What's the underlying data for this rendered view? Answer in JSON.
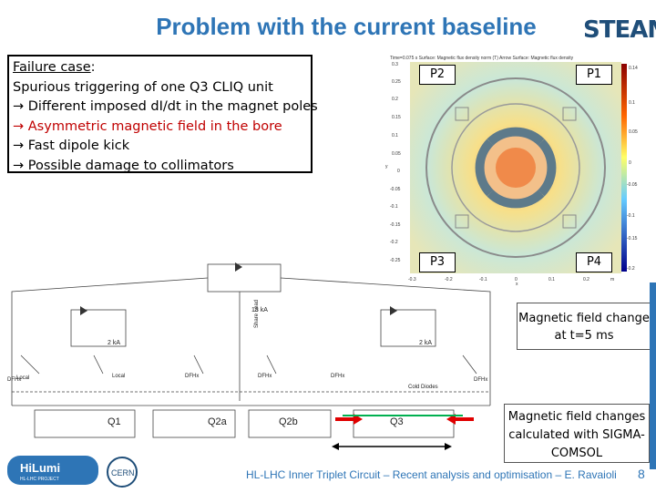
{
  "title": "Problem with the current baseline",
  "logo": "STEAM",
  "failure": {
    "heading": "Failure case",
    "heading_suffix": ":",
    "lines": [
      "Spurious triggering of one Q3 CLIQ unit",
      "→ Different imposed dI/dt in the magnet poles",
      "→ Asymmetric magnetic field in the bore",
      "→ Fast dipole kick",
      "→ Possible damage to collimators"
    ]
  },
  "plot": {
    "header": "Time=0.075 s   Surface: Magnetic flux density norm (T)   Arrow Surface: Magnetic flux density",
    "poles": [
      "P2",
      "P1",
      "P3",
      "P4"
    ],
    "y_ticks": [
      "0.3",
      "0.25",
      "0.2",
      "0.15",
      "0.1",
      "0.05",
      "0",
      "-0.05",
      "-0.1",
      "-0.15",
      "-0.2",
      "-0.25"
    ],
    "x_ticks": [
      "-0.3",
      "-0.2",
      "-0.1",
      "0",
      "0.1",
      "0.2",
      "m"
    ],
    "colorbar_ticks": [
      "0.14",
      "0.1",
      "0.05",
      "0",
      "-0.05",
      "-0.1",
      "-0.15",
      "-0.2"
    ],
    "y_label": "y",
    "x_label": "x"
  },
  "note_field_change": "Magnetic field change at t=5 ms",
  "note_calculated": "Magnetic field changes calculated with SIGMA-COMSOL",
  "circuit": {
    "currents": [
      "18 kA",
      "2 kA",
      "2 kA"
    ],
    "dfhx_labels": [
      "DFHx",
      "DFHx",
      "DFHx",
      "DFHx",
      "DFHx"
    ],
    "local_labels": [
      "Local",
      "Local"
    ],
    "shared_lead": "Share Lead",
    "cold_diodes": "Cold Diodes",
    "magnets": [
      "Q1",
      "Q2a",
      "Q2b",
      "Q3"
    ]
  },
  "footer": "HL-LHC Inner Triplet Circuit – Recent analysis and optimisation – E. Ravaioli",
  "page_number": "8",
  "hilumi": {
    "name": "HiLumi",
    "sub": "HL-LHC PROJECT"
  },
  "cern": "CERN"
}
